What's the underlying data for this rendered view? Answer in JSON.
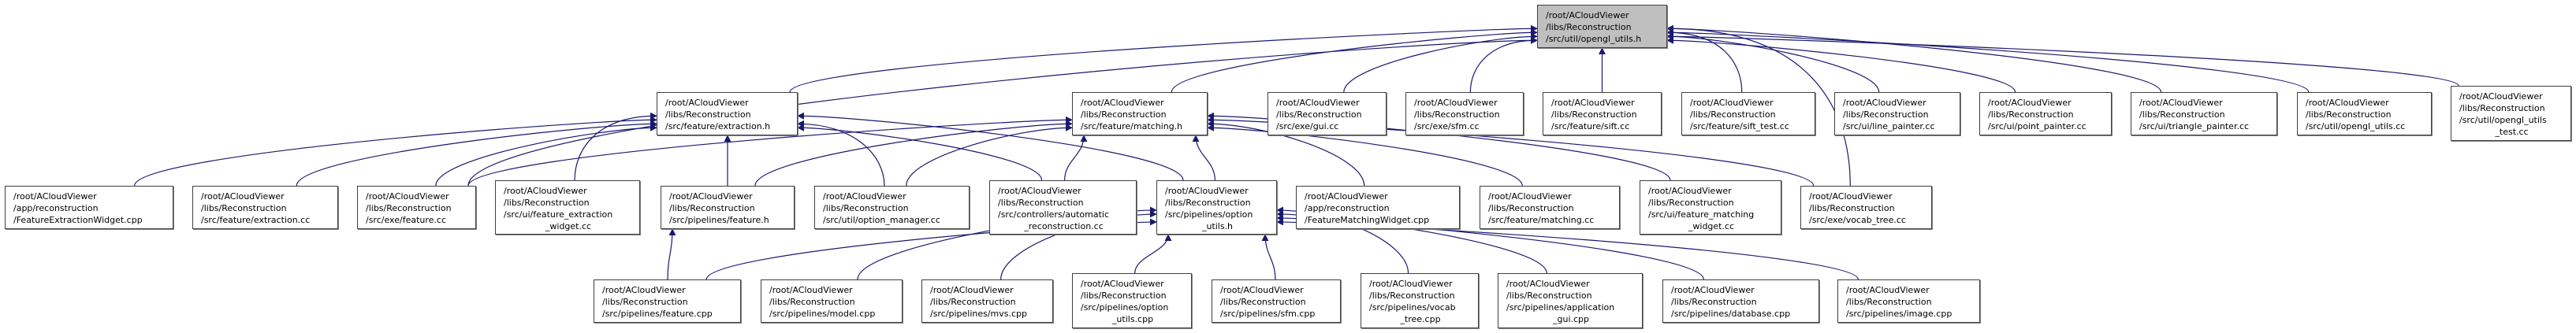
{
  "graph": {
    "edge_color": "#191970",
    "root_fill": "#bfbfbf",
    "node_fill": "#ffffff",
    "nodes": [
      {
        "id": "root",
        "lines": [
          "/root/ACloudViewer",
          "/libs/Reconstruction",
          "/src/util/opengl_utils.h"
        ],
        "highlight": true
      },
      {
        "id": "extraction_h",
        "lines": [
          "/root/ACloudViewer",
          "/libs/Reconstruction",
          "/src/feature/extraction.h"
        ]
      },
      {
        "id": "matching_h",
        "lines": [
          "/root/ACloudViewer",
          "/libs/Reconstruction",
          "/src/feature/matching.h"
        ]
      },
      {
        "id": "gui_cc",
        "lines": [
          "/root/ACloudViewer",
          "/libs/Reconstruction",
          "/src/exe/gui.cc"
        ]
      },
      {
        "id": "sfm_cc",
        "lines": [
          "/root/ACloudViewer",
          "/libs/Reconstruction",
          "/src/exe/sfm.cc"
        ]
      },
      {
        "id": "sift_cc",
        "lines": [
          "/root/ACloudViewer",
          "/libs/Reconstruction",
          "/src/feature/sift.cc"
        ]
      },
      {
        "id": "sift_test_cc",
        "lines": [
          "/root/ACloudViewer",
          "/libs/Reconstruction",
          "/src/feature/sift_test.cc"
        ]
      },
      {
        "id": "line_painter_cc",
        "lines": [
          "/root/ACloudViewer",
          "/libs/Reconstruction",
          "/src/ui/line_painter.cc"
        ]
      },
      {
        "id": "point_painter_cc",
        "lines": [
          "/root/ACloudViewer",
          "/libs/Reconstruction",
          "/src/ui/point_painter.cc"
        ]
      },
      {
        "id": "triangle_painter_cc",
        "lines": [
          "/root/ACloudViewer",
          "/libs/Reconstruction",
          "/src/ui/triangle_painter.cc"
        ]
      },
      {
        "id": "opengl_utils_cc",
        "lines": [
          "/root/ACloudViewer",
          "/libs/Reconstruction",
          "/src/util/opengl_utils.cc"
        ]
      },
      {
        "id": "opengl_utils_test_cc",
        "lines": [
          "/root/ACloudViewer",
          "/libs/Reconstruction",
          "/src/util/opengl_utils",
          "_test.cc"
        ]
      },
      {
        "id": "feature_extraction_widget_cpp",
        "lines": [
          "/root/ACloudViewer",
          "/app/reconstruction",
          "/FeatureExtractionWidget.cpp"
        ]
      },
      {
        "id": "extraction_cc",
        "lines": [
          "/root/ACloudViewer",
          "/libs/Reconstruction",
          "/src/feature/extraction.cc"
        ]
      },
      {
        "id": "exe_feature_cc",
        "lines": [
          "/root/ACloudViewer",
          "/libs/Reconstruction",
          "/src/exe/feature.cc"
        ]
      },
      {
        "id": "ui_feature_extraction_widget_cc",
        "lines": [
          "/root/ACloudViewer",
          "/libs/Reconstruction",
          "/src/ui/feature_extraction",
          "_widget.cc"
        ]
      },
      {
        "id": "pipelines_feature_h",
        "lines": [
          "/root/ACloudViewer",
          "/libs/Reconstruction",
          "/src/pipelines/feature.h"
        ]
      },
      {
        "id": "option_manager_cc",
        "lines": [
          "/root/ACloudViewer",
          "/libs/Reconstruction",
          "/src/util/option_manager.cc"
        ]
      },
      {
        "id": "automatic_reconstruction_cc",
        "lines": [
          "/root/ACloudViewer",
          "/libs/Reconstruction",
          "/src/controllers/automatic",
          "_reconstruction.cc"
        ]
      },
      {
        "id": "option_utils_h",
        "lines": [
          "/root/ACloudViewer",
          "/libs/Reconstruction",
          "/src/pipelines/option",
          "_utils.h"
        ]
      },
      {
        "id": "feature_matching_widget_cpp",
        "lines": [
          "/root/ACloudViewer",
          "/app/reconstruction",
          "/FeatureMatchingWidget.cpp"
        ]
      },
      {
        "id": "matching_cc",
        "lines": [
          "/root/ACloudViewer",
          "/libs/Reconstruction",
          "/src/feature/matching.cc"
        ]
      },
      {
        "id": "ui_feature_matching_widget_cc",
        "lines": [
          "/root/ACloudViewer",
          "/libs/Reconstruction",
          "/src/ui/feature_matching",
          "_widget.cc"
        ]
      },
      {
        "id": "vocab_tree_cc",
        "lines": [
          "/root/ACloudViewer",
          "/libs/Reconstruction",
          "/src/exe/vocab_tree.cc"
        ]
      },
      {
        "id": "feature_cpp",
        "lines": [
          "/root/ACloudViewer",
          "/libs/Reconstruction",
          "/src/pipelines/feature.cpp"
        ]
      },
      {
        "id": "model_cpp",
        "lines": [
          "/root/ACloudViewer",
          "/libs/Reconstruction",
          "/src/pipelines/model.cpp"
        ]
      },
      {
        "id": "mvs_cpp",
        "lines": [
          "/root/ACloudViewer",
          "/libs/Reconstruction",
          "/src/pipelines/mvs.cpp"
        ]
      },
      {
        "id": "option_utils_cpp",
        "lines": [
          "/root/ACloudViewer",
          "/libs/Reconstruction",
          "/src/pipelines/option",
          "_utils.cpp"
        ]
      },
      {
        "id": "sfm_cpp",
        "lines": [
          "/root/ACloudViewer",
          "/libs/Reconstruction",
          "/src/pipelines/sfm.cpp"
        ]
      },
      {
        "id": "vocab_tree_cpp",
        "lines": [
          "/root/ACloudViewer",
          "/libs/Reconstruction",
          "/src/pipelines/vocab",
          "_tree.cpp"
        ]
      },
      {
        "id": "application_gui_cpp",
        "lines": [
          "/root/ACloudViewer",
          "/libs/Reconstruction",
          "/src/pipelines/application",
          "_gui.cpp"
        ]
      },
      {
        "id": "database_cpp",
        "lines": [
          "/root/ACloudViewer",
          "/libs/Reconstruction",
          "/src/pipelines/database.cpp"
        ]
      },
      {
        "id": "image_cpp",
        "lines": [
          "/root/ACloudViewer",
          "/libs/Reconstruction",
          "/src/pipelines/image.cpp"
        ]
      }
    ],
    "edges": [
      [
        "extraction_h",
        "root"
      ],
      [
        "matching_h",
        "root"
      ],
      [
        "gui_cc",
        "root"
      ],
      [
        "sfm_cc",
        "root"
      ],
      [
        "sift_cc",
        "root"
      ],
      [
        "sift_test_cc",
        "root"
      ],
      [
        "line_painter_cc",
        "root"
      ],
      [
        "point_painter_cc",
        "root"
      ],
      [
        "triangle_painter_cc",
        "root"
      ],
      [
        "opengl_utils_cc",
        "root"
      ],
      [
        "opengl_utils_test_cc",
        "root"
      ],
      [
        "exe_feature_cc",
        "root"
      ],
      [
        "vocab_tree_cc",
        "root"
      ],
      [
        "feature_extraction_widget_cpp",
        "extraction_h"
      ],
      [
        "extraction_cc",
        "extraction_h"
      ],
      [
        "exe_feature_cc",
        "extraction_h"
      ],
      [
        "ui_feature_extraction_widget_cc",
        "extraction_h"
      ],
      [
        "pipelines_feature_h",
        "extraction_h"
      ],
      [
        "option_manager_cc",
        "extraction_h"
      ],
      [
        "automatic_reconstruction_cc",
        "extraction_h"
      ],
      [
        "option_utils_h",
        "extraction_h"
      ],
      [
        "exe_feature_cc",
        "matching_h"
      ],
      [
        "pipelines_feature_h",
        "matching_h"
      ],
      [
        "option_manager_cc",
        "matching_h"
      ],
      [
        "automatic_reconstruction_cc",
        "matching_h"
      ],
      [
        "option_utils_h",
        "matching_h"
      ],
      [
        "feature_matching_widget_cpp",
        "matching_h"
      ],
      [
        "matching_cc",
        "matching_h"
      ],
      [
        "ui_feature_matching_widget_cc",
        "matching_h"
      ],
      [
        "vocab_tree_cc",
        "matching_h"
      ],
      [
        "feature_cpp",
        "pipelines_feature_h"
      ],
      [
        "feature_cpp",
        "option_utils_h"
      ],
      [
        "model_cpp",
        "option_utils_h"
      ],
      [
        "mvs_cpp",
        "option_utils_h"
      ],
      [
        "option_utils_cpp",
        "option_utils_h"
      ],
      [
        "sfm_cpp",
        "option_utils_h"
      ],
      [
        "vocab_tree_cpp",
        "option_utils_h"
      ],
      [
        "application_gui_cpp",
        "option_utils_h"
      ],
      [
        "database_cpp",
        "option_utils_h"
      ],
      [
        "image_cpp",
        "option_utils_h"
      ]
    ]
  }
}
